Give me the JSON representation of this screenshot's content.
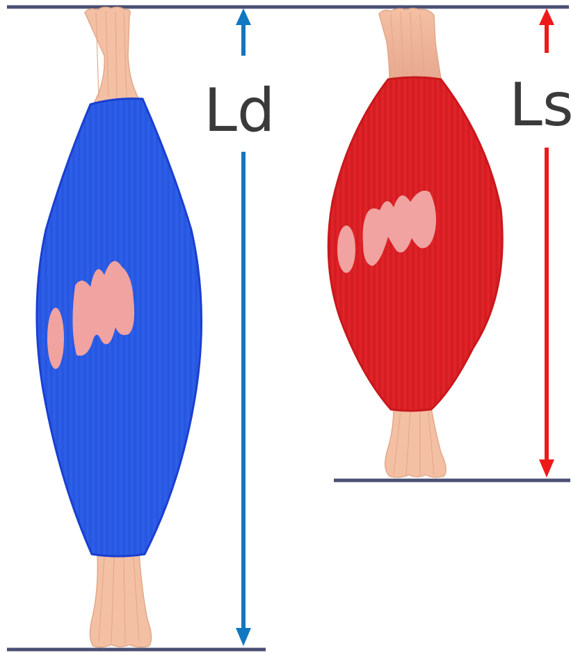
{
  "labels": {
    "left_length": "Ld",
    "right_length": "Ls"
  },
  "colors": {
    "baseline": "#4a4f72",
    "tendon": "#f4c0a4",
    "tendon_stroke": "#e2a789",
    "left_muscle": "#2a5be6",
    "left_muscle_dark": "#1d45c8",
    "right_muscle": "#dc1f24",
    "right_muscle_dark": "#b5161b",
    "highlight": "#f0a3a0",
    "left_arrow": "#1077c0",
    "right_arrow": "#ee1a1a"
  },
  "items": {
    "left_muscle": "relaxed-muscle",
    "right_muscle": "contracted-muscle"
  }
}
